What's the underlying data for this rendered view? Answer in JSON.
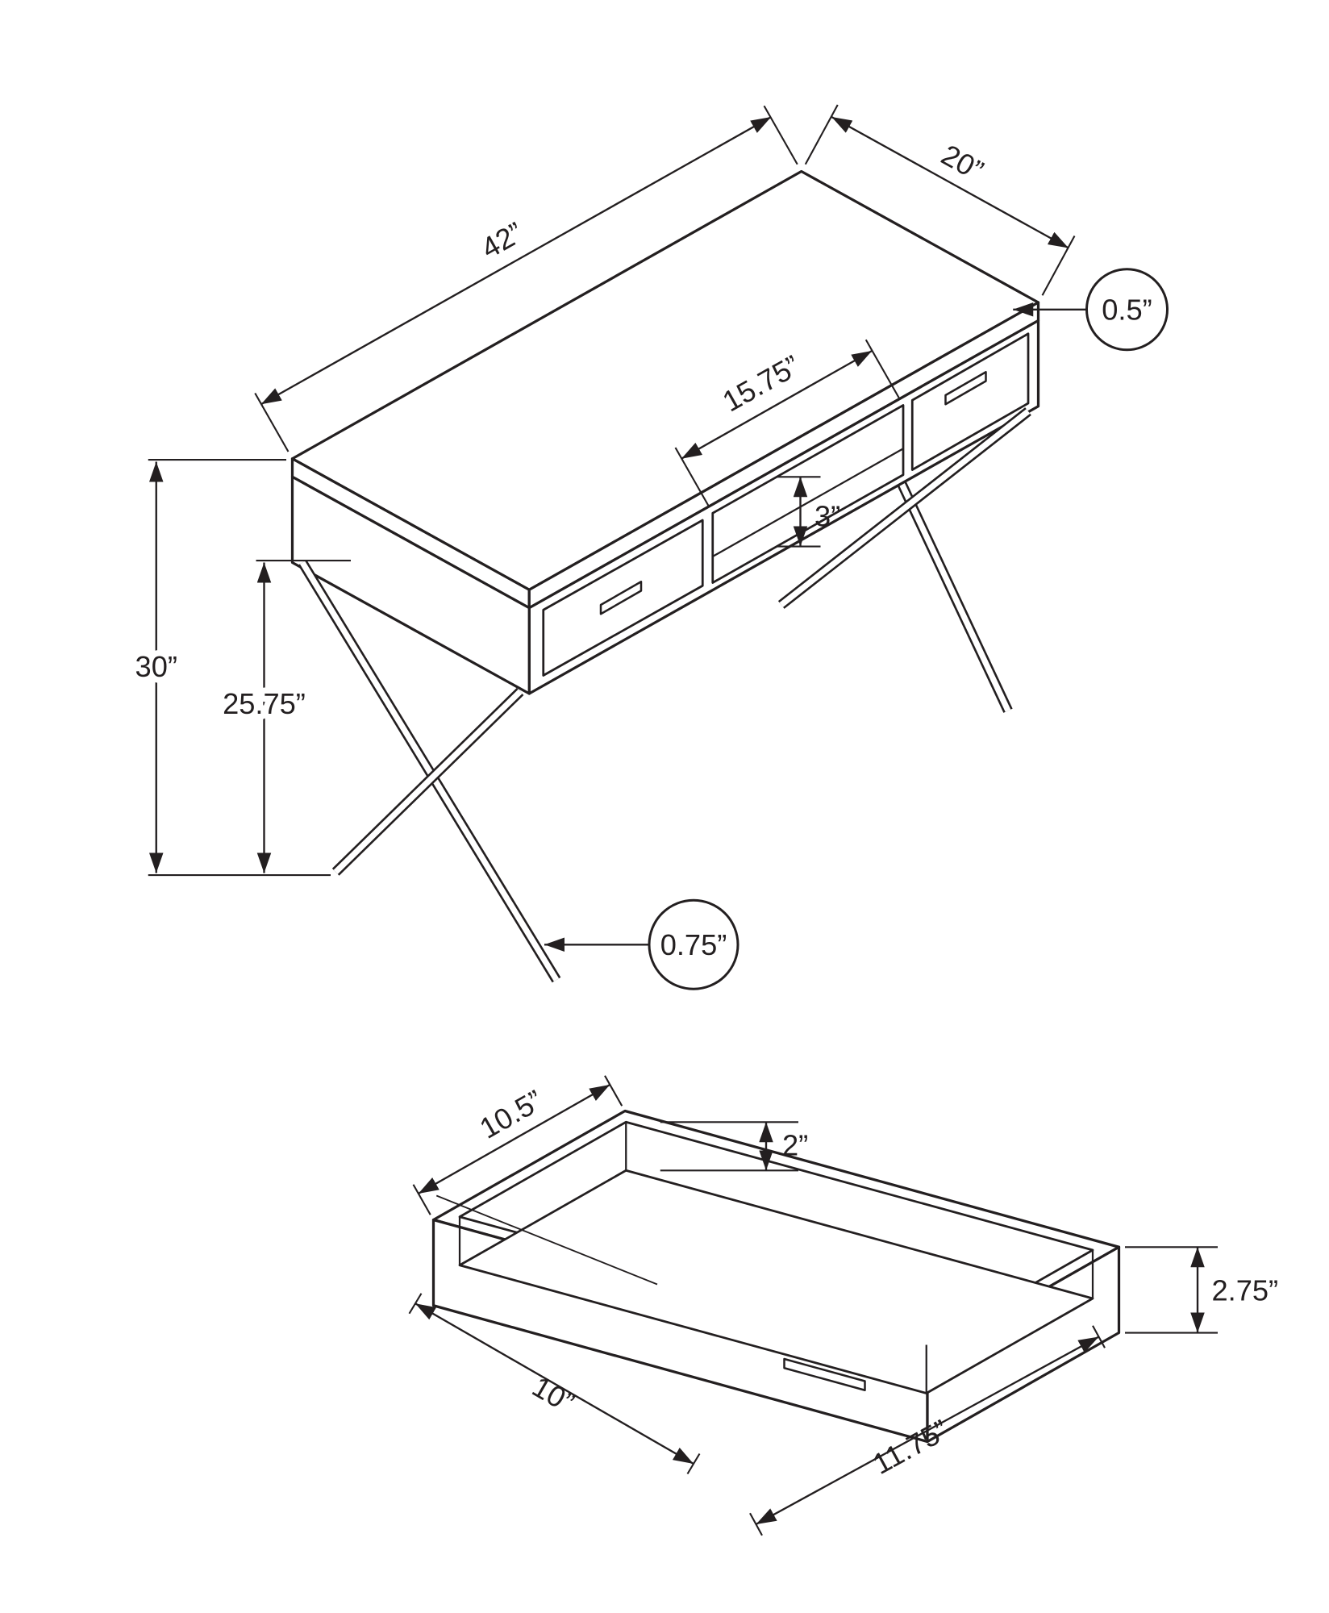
{
  "diagram": {
    "background": "#ffffff",
    "line_color": "#231f20",
    "views": {
      "desk": {
        "dimensions": {
          "width": "42”",
          "depth": "20”",
          "top_thickness": "0.5”",
          "cubby_width": "15.75”",
          "cubby_height": "3”",
          "overall_height": "30”",
          "clearance_height": "25.75”",
          "leg_thickness": "0.75”"
        }
      },
      "drawer": {
        "dimensions": {
          "inner_depth": "10.5”",
          "inner_height": "2”",
          "front_height": "2.75”",
          "side_depth": "10”",
          "front_width": "11.75”"
        }
      }
    }
  }
}
